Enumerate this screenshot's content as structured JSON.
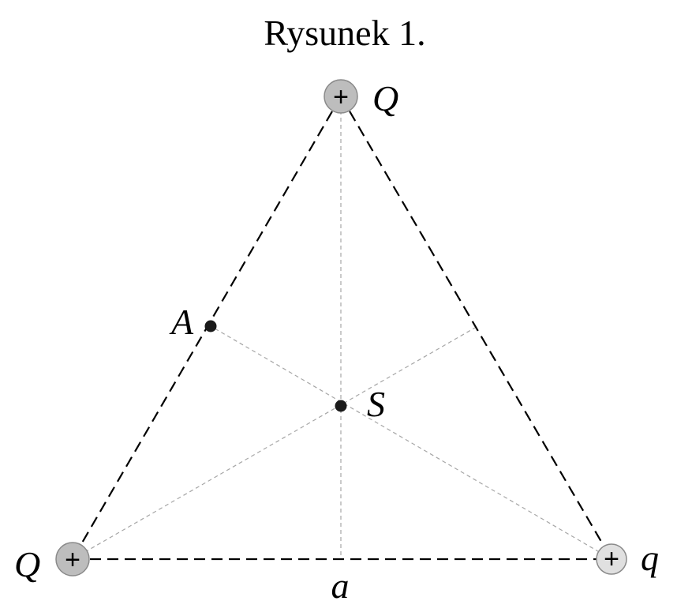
{
  "figure": {
    "caption": "Rysunek 1.",
    "side_label": "a",
    "center_label": "S",
    "point_label": "A",
    "charges": [
      {
        "id": "top",
        "label": "Q",
        "sign": "+",
        "kind": "Q"
      },
      {
        "id": "bottom-left",
        "label": "Q",
        "sign": "+",
        "kind": "Q"
      },
      {
        "id": "bottom-right",
        "label": "q",
        "sign": "+",
        "kind": "q"
      }
    ]
  }
}
